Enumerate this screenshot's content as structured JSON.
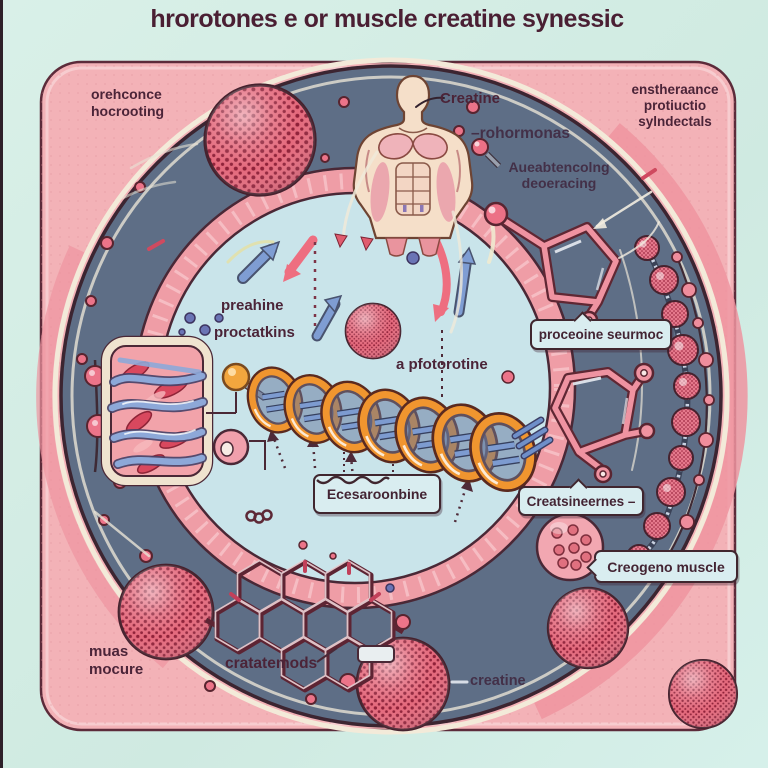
{
  "title": "hrorotones e or muscle creatine synessic",
  "labels": {
    "top_left": {
      "line1": "orehconce",
      "line2": "hocrooting"
    },
    "top_right": {
      "line1": "enstheraance",
      "line2": "protiuctio",
      "line3": "sylndectals"
    },
    "creatine_top": "Creatine",
    "prohormones": "–rohormonas",
    "absorbing": {
      "line1": "Aueabtencolng",
      "line2": "deoeracing"
    },
    "preahine": "preahine",
    "proctatkins": "proctatkins",
    "photorotine": "a pfotorotine",
    "protein_sequence_box": "proceoine seurmoc",
    "ecesaroonbine_box": "Ecesaroonbine",
    "creatsineomes_box": "Creatsineernes –",
    "creosene_muscle_box": "Creogeno muscle",
    "muscle_bottom_left": {
      "line1": "muas",
      "line2": "mocure"
    },
    "cratatemods": "cratatemods",
    "creatine_bottom": "creatine"
  },
  "colors": {
    "background_mint": "#d6eee6",
    "panel_salmon": "#f3b2b7",
    "cell_slate": "#5e6e86",
    "nucleus_blue": "#c8e4ea",
    "membrane_pink": "#ee9aa4",
    "sphere_pink": "#e4697c",
    "dna_orange": "#f0952f",
    "dna_blue": "#7d9bd0",
    "label_dark": "#4b2438",
    "labelbox_bg": "#d9edf0"
  }
}
